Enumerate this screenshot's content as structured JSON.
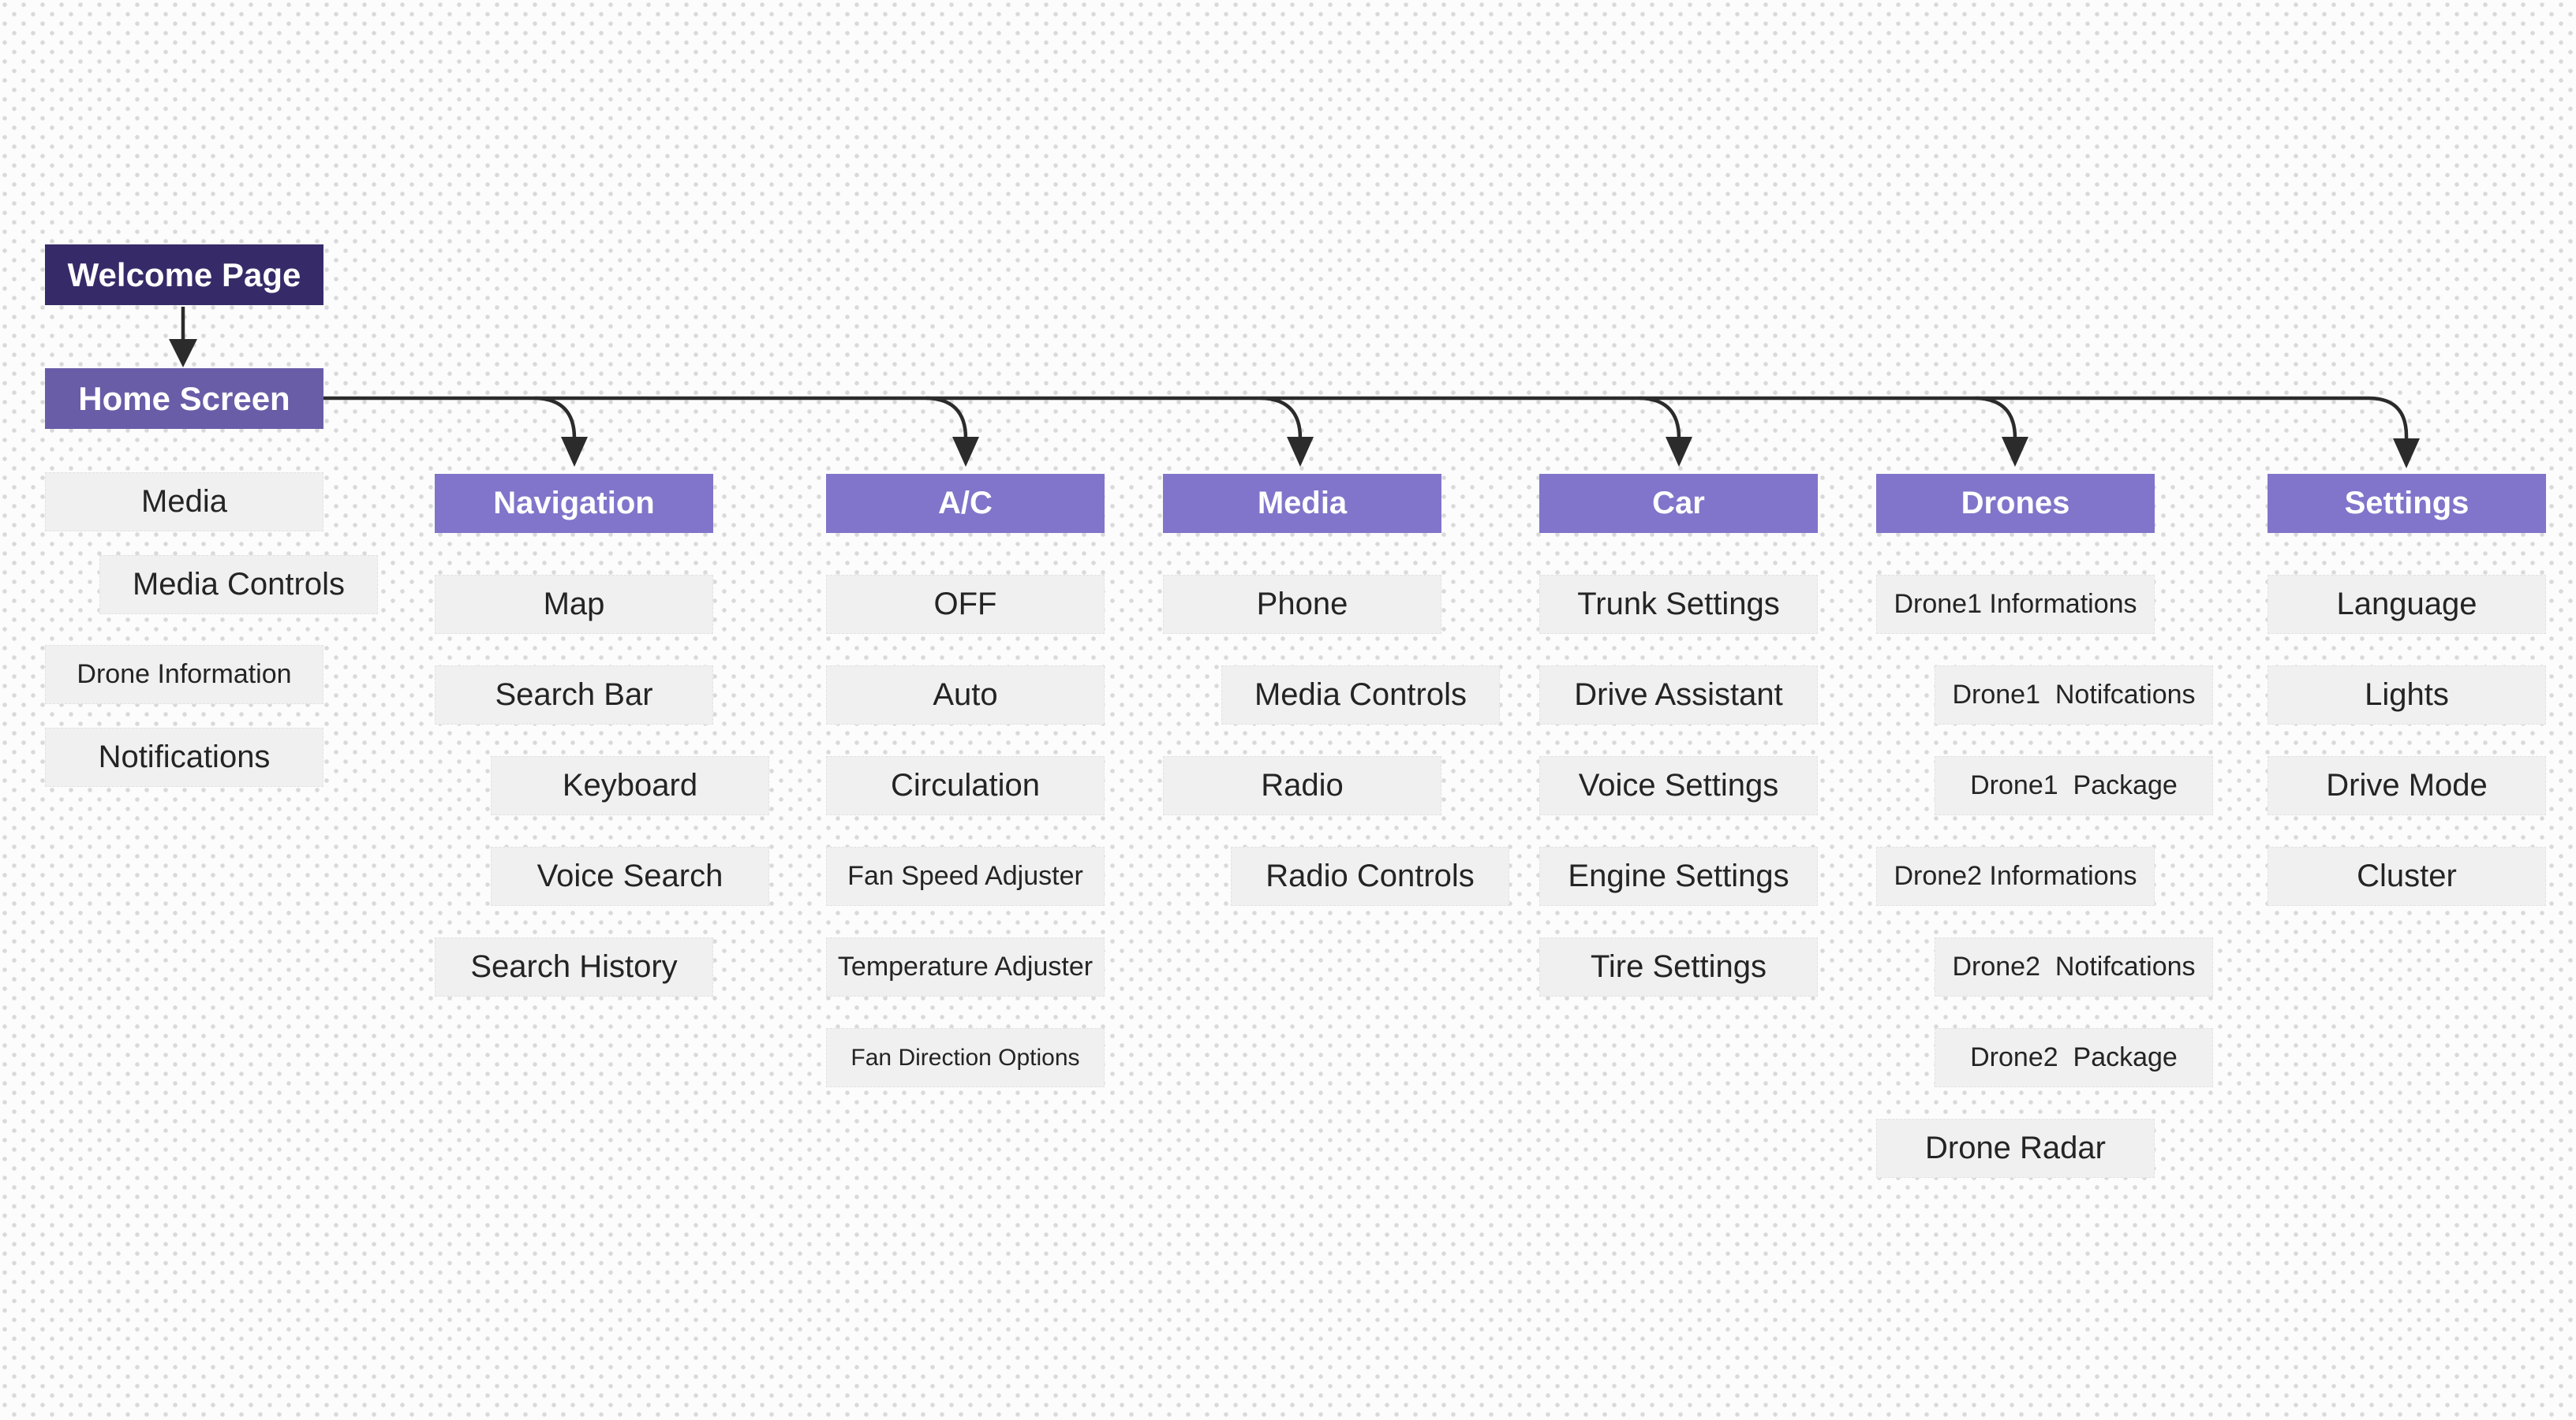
{
  "flow": {
    "welcome": {
      "label": "Welcome Page"
    },
    "home": {
      "label": "Home Screen"
    }
  },
  "home_children": [
    {
      "label": "Media"
    },
    {
      "label": "Media Controls"
    },
    {
      "label": "Drone Information"
    },
    {
      "label": "Notifications"
    }
  ],
  "columns": [
    {
      "header": "Navigation",
      "items": [
        {
          "label": "Map"
        },
        {
          "label": "Search Bar"
        },
        {
          "label": "Keyboard"
        },
        {
          "label": "Voice Search"
        },
        {
          "label": "Search History"
        }
      ]
    },
    {
      "header": "A/C",
      "items": [
        {
          "label": "OFF"
        },
        {
          "label": "Auto"
        },
        {
          "label": "Circulation"
        },
        {
          "label": "Fan Speed Adjuster"
        },
        {
          "label": "Temperature Adjuster"
        },
        {
          "label": "Fan Direction Options"
        }
      ]
    },
    {
      "header": "Media",
      "items": [
        {
          "label": "Phone"
        },
        {
          "label": "Media Controls"
        },
        {
          "label": "Radio"
        },
        {
          "label": "Radio Controls"
        }
      ]
    },
    {
      "header": "Car",
      "items": [
        {
          "label": "Trunk Settings"
        },
        {
          "label": "Drive Assistant"
        },
        {
          "label": "Voice Settings"
        },
        {
          "label": "Engine Settings"
        },
        {
          "label": "Tire Settings"
        }
      ]
    },
    {
      "header": "Drones",
      "items": [
        {
          "label": "Drone1 Informations"
        },
        {
          "label": "Drone1  Notifcations"
        },
        {
          "label": "Drone1  Package"
        },
        {
          "label": "Drone2 Informations"
        },
        {
          "label": "Drone2  Notifcations"
        },
        {
          "label": "Drone2  Package"
        },
        {
          "label": "Drone Radar"
        }
      ]
    },
    {
      "header": "Settings",
      "items": [
        {
          "label": "Language"
        },
        {
          "label": "Lights"
        },
        {
          "label": "Drive Mode"
        },
        {
          "label": "Cluster"
        }
      ]
    }
  ],
  "colors": {
    "welcome_bg": "#362b68",
    "home_bg": "#695da8",
    "header_bg": "#8075ca",
    "item_bg": "#f0f0f0",
    "item_text": "#242424",
    "connector": "#2b2b2b",
    "background": "#fcfcfc",
    "dot": "#d9d9d9"
  }
}
